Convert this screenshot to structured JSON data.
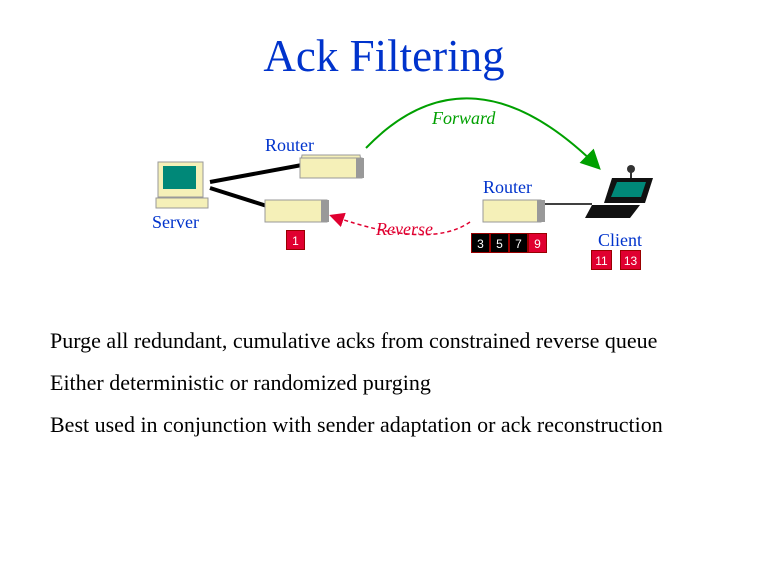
{
  "slide": {
    "title": "Ack Filtering"
  },
  "diagram": {
    "nodes": {
      "server": "Server",
      "router_top": "Router",
      "router_right": "Router",
      "client": "Client"
    },
    "arrows": {
      "forward": "Forward",
      "reverse": "Reverse"
    },
    "queues": {
      "server_side": [
        {
          "label": "1",
          "purged": false
        }
      ],
      "router_reverse": [
        {
          "label": "3",
          "purged": true
        },
        {
          "label": "5",
          "purged": true
        },
        {
          "label": "7",
          "purged": true
        },
        {
          "label": "9",
          "purged": false
        }
      ],
      "client_side": [
        {
          "label": "11",
          "purged": false
        },
        {
          "label": "13",
          "purged": false
        }
      ]
    },
    "colors": {
      "forward": "#00a000",
      "reverse": "#e00030",
      "label": "#0033cc",
      "ack_box": "#e00030",
      "purged_box": "#000000"
    }
  },
  "bullets": [
    "Purge all redundant, cumulative acks from constrained reverse queue",
    "Either deterministic or randomized purging",
    "Best used in conjunction with sender adaptation or ack reconstruction"
  ]
}
